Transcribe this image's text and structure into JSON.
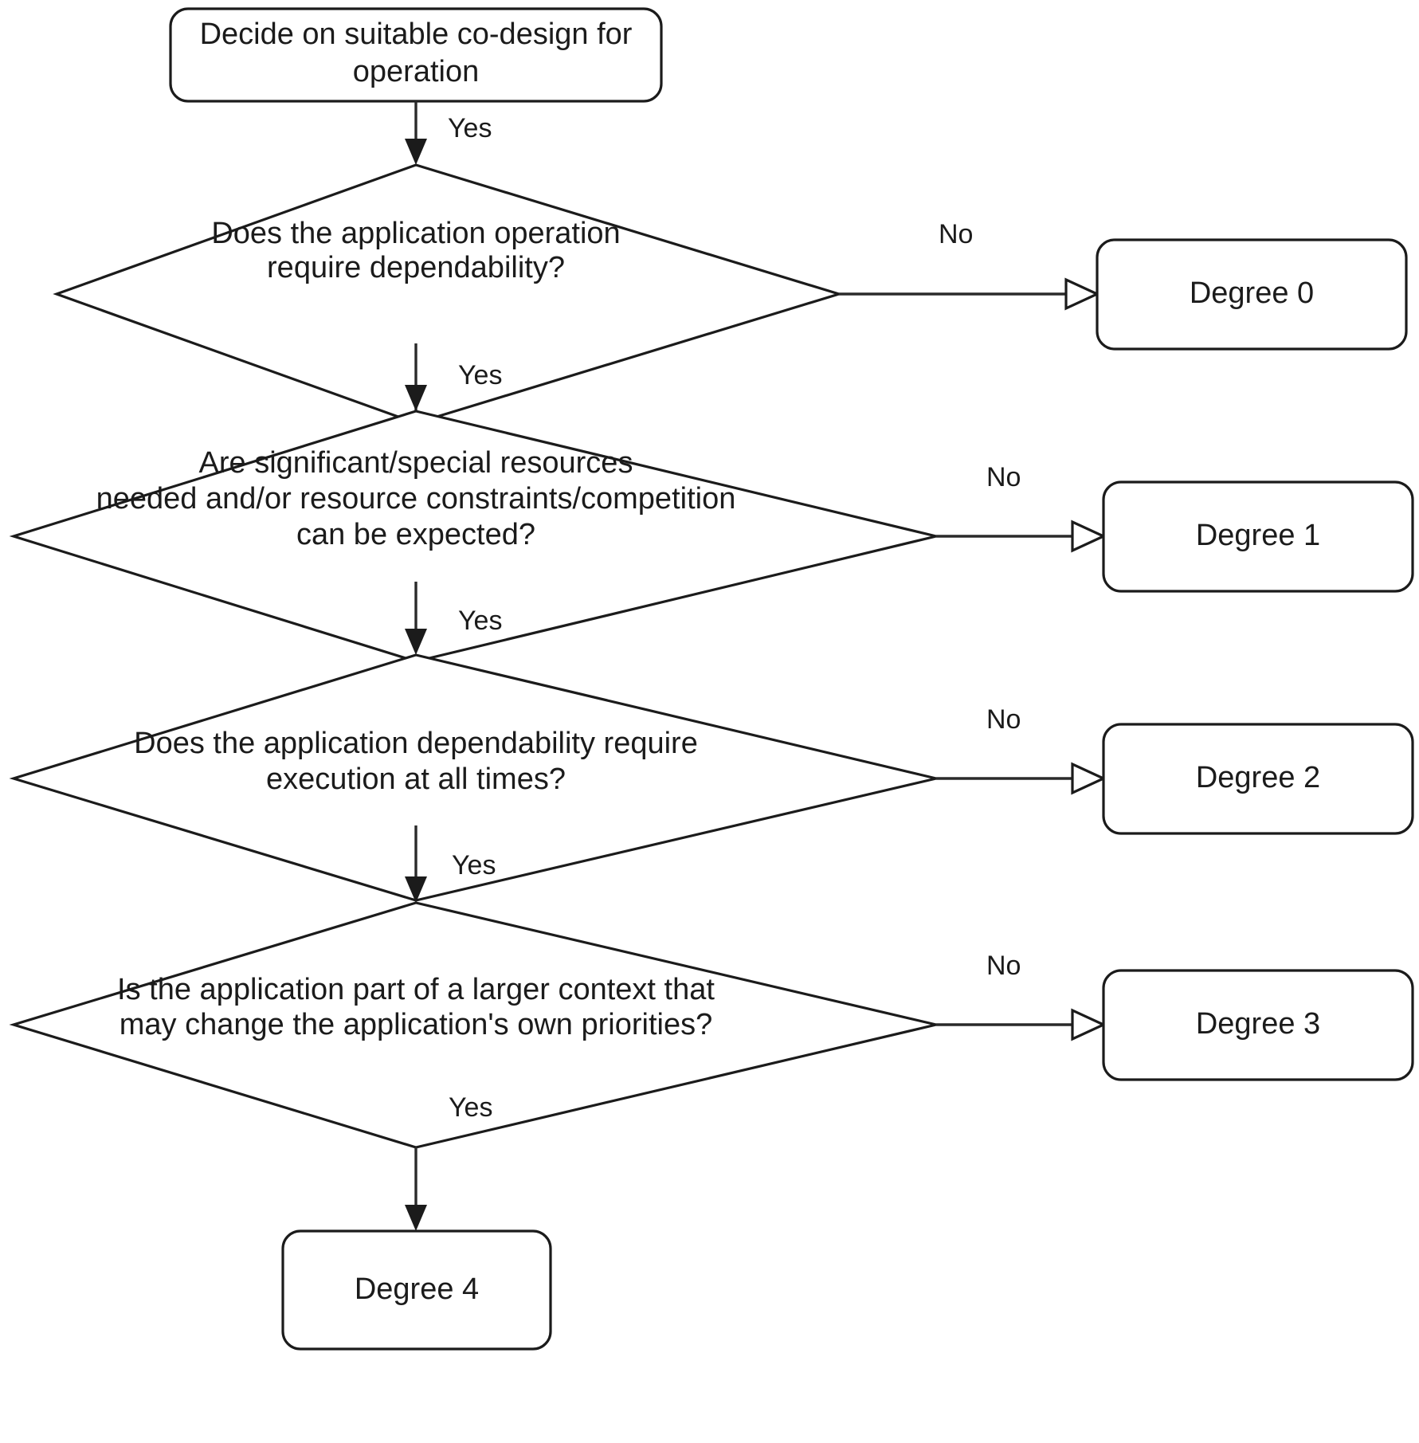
{
  "diagram": {
    "title": "Co-design degree decision flowchart",
    "background_color": "#ffffff",
    "stroke_color": "#1b1b1b",
    "nodes": {
      "start": {
        "type": "rounded-box",
        "label_line1": "Decide on suitable co-design for",
        "label_line2": "operation"
      },
      "q1": {
        "type": "diamond",
        "label_line1": "Does the application operation",
        "label_line2": "require dependability?",
        "label_line3": ""
      },
      "q2": {
        "type": "diamond",
        "label_line1": "Are significant/special resources",
        "label_line2": "needed and/or resource constraints/competition",
        "label_line3": "can be expected?"
      },
      "q3": {
        "type": "diamond",
        "label_line1": "Does the application dependability require",
        "label_line2": "execution at all times?",
        "label_line3": ""
      },
      "q4": {
        "type": "diamond",
        "label_line1": "Is the application part of a larger context that",
        "label_line2": "may change the application's own priorities?",
        "label_line3": ""
      },
      "degree0": {
        "type": "rounded-box",
        "label": "Degree 0"
      },
      "degree1": {
        "type": "rounded-box",
        "label": "Degree 1"
      },
      "degree2": {
        "type": "rounded-box",
        "label": "Degree 2"
      },
      "degree3": {
        "type": "rounded-box",
        "label": "Degree 3"
      },
      "degree4": {
        "type": "rounded-box",
        "label": "Degree 4"
      }
    },
    "edges": {
      "start_to_q1": {
        "label": "Yes"
      },
      "q1_no": {
        "label": "No"
      },
      "q1_yes": {
        "label": "Yes"
      },
      "q2_no": {
        "label": "No"
      },
      "q2_yes": {
        "label": "Yes"
      },
      "q3_no": {
        "label": "No"
      },
      "q3_yes": {
        "label": "Yes"
      },
      "q4_no": {
        "label": "No"
      },
      "q4_yes": {
        "label": "Yes"
      }
    }
  }
}
